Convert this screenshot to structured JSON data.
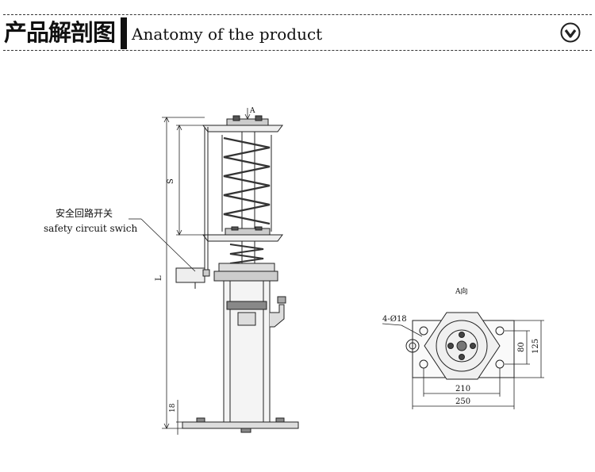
{
  "header": {
    "title_cn": "产品解剖图",
    "title_en": "Anatomy of the product",
    "icon": "chevron-down-circle-icon"
  },
  "drawing": {
    "view_arrow_label": "A",
    "stroke_label": "S",
    "length_label": "L",
    "base_height_label": "18",
    "callout_cn": "安全回路开关",
    "callout_en": "safety circuit swich",
    "view_a_title": "A向",
    "hole_spec": "4-Ø18",
    "dim_80": "80",
    "dim_125": "125",
    "dim_210": "210",
    "dim_250": "250"
  }
}
